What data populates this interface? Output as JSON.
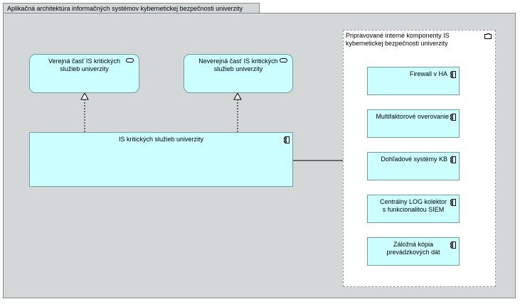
{
  "view": {
    "title": "Aplikačná architektúra informačných systémov kybernetickej bezpečnosti univerzity"
  },
  "services": {
    "public": "Verejná časť IS kritických služieb univerzity",
    "nonpublic": "Neverejná časť IS kritických služieb univerzity"
  },
  "main_component": {
    "label": "IS kritických služieb univerzity"
  },
  "package": {
    "title": "Pripravované interné komponenty IS kybernetickej bezpečnosti univerzity",
    "components": [
      "Firewall v HA",
      "Multifaktorové overovanie",
      "Dohľadové systémy KB",
      "Centrálny LOG kolektor s funkcionalitou SIEM",
      "Záložná kópia prevádzkových dát"
    ]
  },
  "icons": {
    "service": "application-service-icon",
    "component": "application-component-icon",
    "package": "folder-icon"
  },
  "colors": {
    "element_fill": "#ccffff",
    "group_fill": "#d4d7d7"
  }
}
